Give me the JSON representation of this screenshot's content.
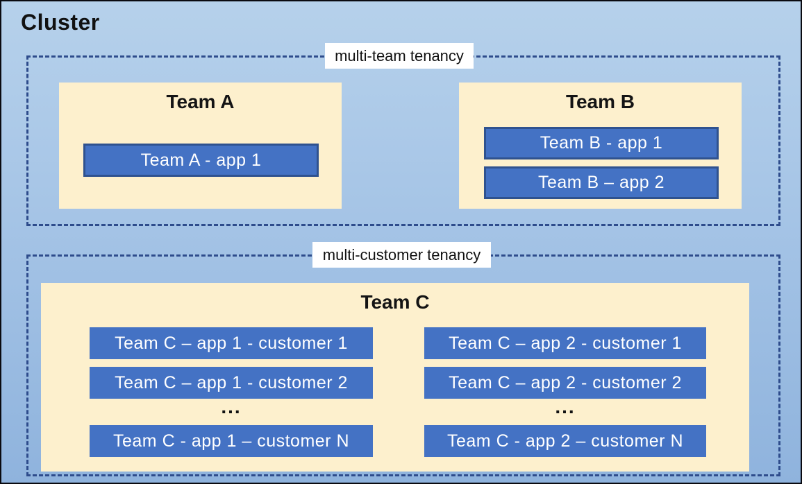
{
  "cluster": {
    "title": "Cluster"
  },
  "sections": [
    {
      "label": "multi-team tenancy",
      "teams": [
        {
          "name": "Team A",
          "apps": [
            "Team A - app 1"
          ]
        },
        {
          "name": "Team B",
          "apps": [
            "Team B - app 1",
            "Team B – app 2"
          ]
        }
      ]
    },
    {
      "label": "multi-customer tenancy",
      "teams": [
        {
          "name": "Team C",
          "columns": [
            {
              "apps": [
                "Team C – app 1 - customer 1",
                "Team C – app 1 - customer 2"
              ],
              "ellipsis": "...",
              "last_app": "Team C - app 1 – customer N"
            },
            {
              "apps": [
                "Team C – app 2 - customer 1",
                "Team C – app 2 - customer 2"
              ],
              "ellipsis": "...",
              "last_app": "Team C - app 2 – customer N"
            }
          ]
        }
      ]
    }
  ],
  "colors": {
    "background_top": "#B6D1EB",
    "background_bottom": "#8FB3DD",
    "team_box_fill": "#FDF0CD",
    "app_box_fill": "#4472C4",
    "app_box_border": "#2F528F",
    "dashed_border": "#2E4C8C",
    "label_background": "#FFFFFF",
    "outer_border": "#0A0A10",
    "title_text": "#111111",
    "app_text": "#FFFFFF"
  }
}
